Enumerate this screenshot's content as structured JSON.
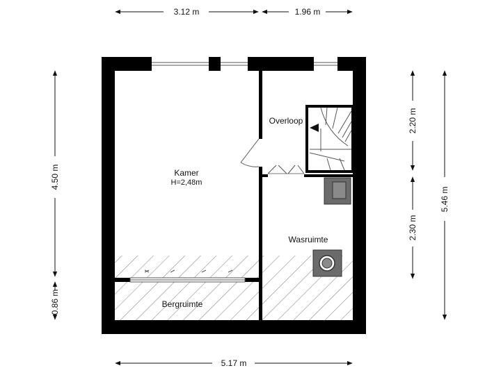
{
  "dimensions": {
    "top_left": "3.12 m",
    "top_right": "1.96 m",
    "bottom": "5.17 m",
    "left_upper": "4.50 m",
    "left_lower": "0.86 m",
    "right_upper": "2.20 m",
    "right_lower": "2.30 m",
    "right_total": "5.46 m"
  },
  "rooms": {
    "kamer": {
      "name": "Kamer",
      "height": "H=2,48m"
    },
    "overloop": {
      "name": "Overloop"
    },
    "wasruimte": {
      "name": "Wasruimte"
    },
    "bergruimte": {
      "name": "Bergruimte"
    }
  },
  "colors": {
    "wall": "#000000",
    "fixture": "#6b6b6b",
    "hatch": "#555555",
    "dimension": "#111111"
  },
  "icons": [
    "stairs-icon",
    "washing-machine-icon",
    "dryer-icon",
    "door-icon",
    "window-icon"
  ]
}
